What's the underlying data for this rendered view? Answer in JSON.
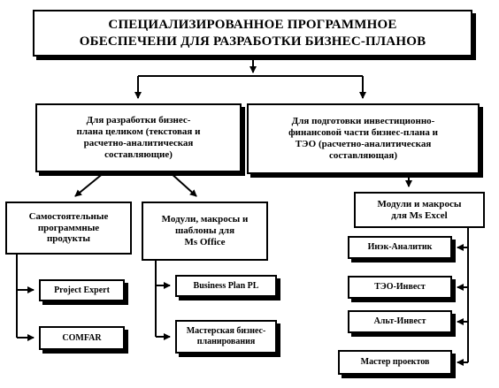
{
  "root": {
    "line1": "СПЕЦИАЛИЗИРОВАННОЕ ПРОГРАММНОЕ",
    "line2": "ОБЕСПЕЧЕНИ ДЛЯ РАЗРАБОТКИ БИЗНЕС-ПЛАНОВ"
  },
  "left_branch": {
    "lines": [
      "Для разработки бизнес-",
      "плана целиком (текстовая и",
      "расчетно-аналитическая",
      "составляющие)"
    ],
    "standalone": {
      "lines": [
        "Самостоятельные",
        "программные",
        "продукты"
      ],
      "items": [
        "Project Expert",
        "COMFAR"
      ]
    },
    "office": {
      "lines": [
        "Модули, макросы и",
        "шаблоны для",
        "Ms Office"
      ],
      "items": [
        "Business Plan PL",
        "Мастерская бизнес-",
        "планирования"
      ]
    }
  },
  "right_branch": {
    "lines": [
      "Для подготовки инвестиционно-",
      "финансовой части бизнес-плана и",
      "ТЭО (расчетно-аналитическая",
      "составляющая)"
    ],
    "excel": {
      "lines": [
        "Модули и макросы",
        "для Ms Excel"
      ],
      "items": [
        "Инэк-Аналитик",
        "ТЭО-Инвест",
        "Альт-Инвест",
        "Мастер проектов"
      ]
    }
  }
}
